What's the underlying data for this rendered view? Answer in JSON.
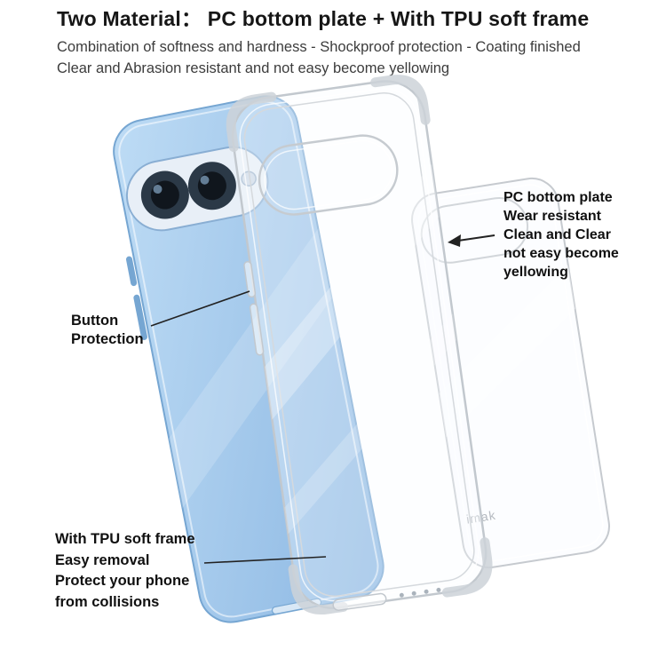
{
  "header": {
    "title": "Two Material：  PC bottom plate + With TPU soft frame",
    "subtitle_line1": "Combination of softness and hardness - Shockproof protection - Coating finished",
    "subtitle_line2": "Clear and Abrasion resistant and not easy become yellowing"
  },
  "annotations": {
    "button_protection": {
      "lines": [
        "Button",
        "Protection"
      ]
    },
    "pc_plate": {
      "lines": [
        "PC bottom plate",
        "Wear resistant",
        "Clean and Clear",
        "not easy become",
        "yellowing"
      ]
    },
    "tpu_frame": {
      "lines": [
        "With TPU soft frame",
        "Easy removal",
        "Protect your phone",
        "from collisions"
      ]
    }
  },
  "product": {
    "brand": "imak",
    "colors": {
      "phone_light": "#bedcf5",
      "phone_dark": "#8ab6e2",
      "phone_edge": "#76a6d2",
      "case_edge": "#c2c8ce"
    }
  }
}
